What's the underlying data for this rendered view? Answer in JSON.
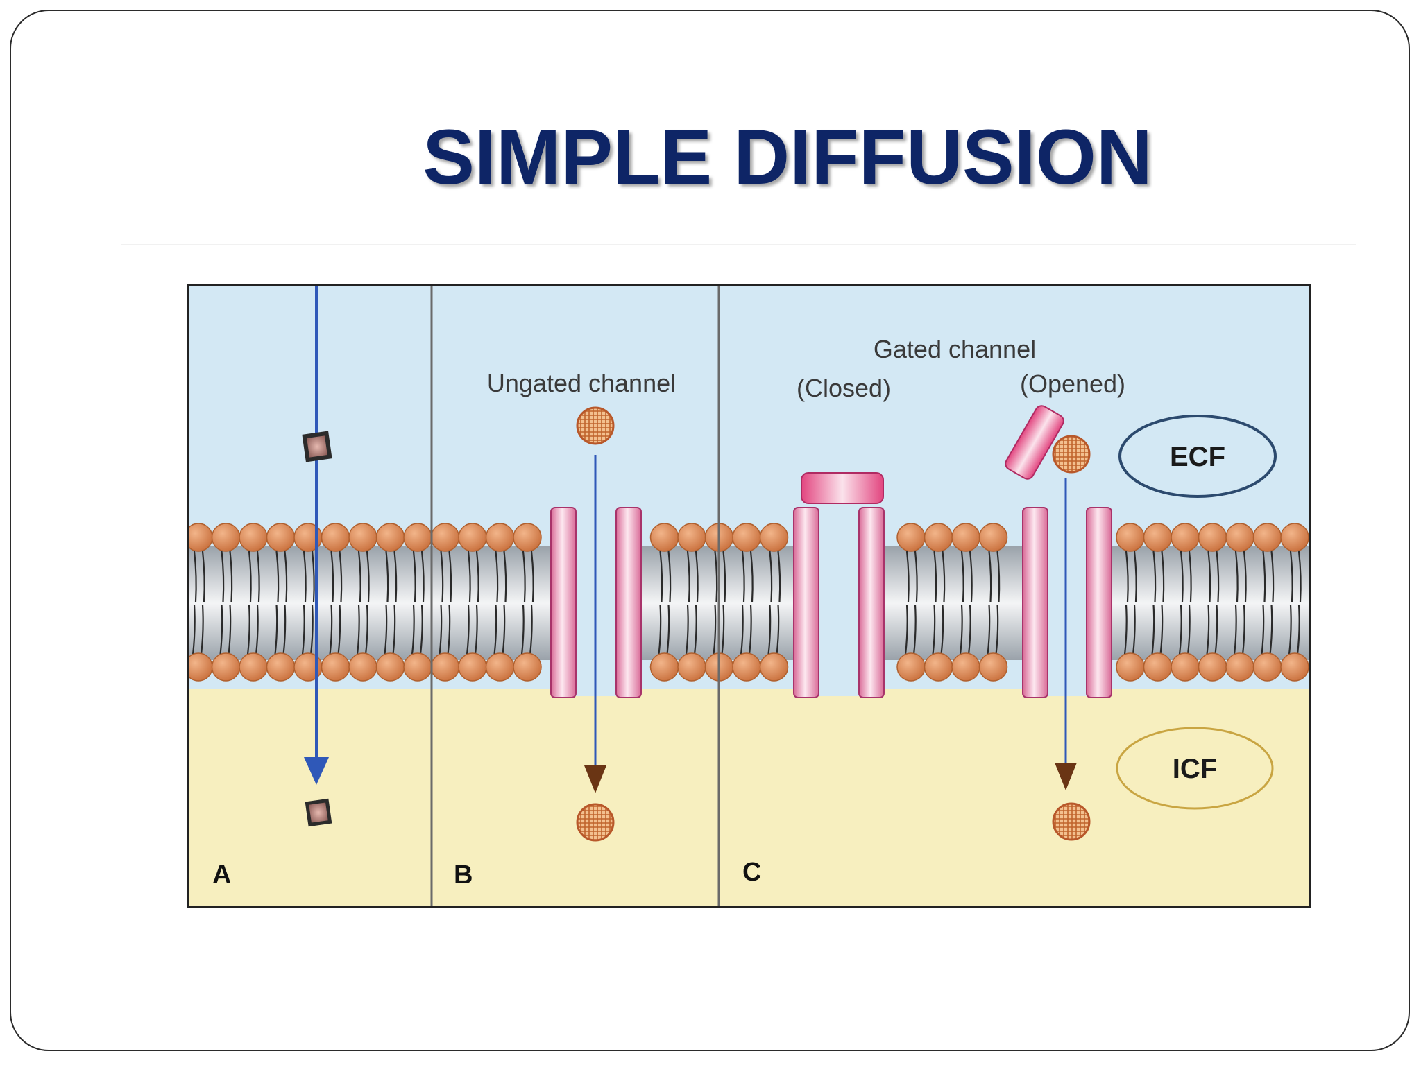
{
  "slide": {
    "title": "SIMPLE DIFFUSION"
  },
  "diagram": {
    "panels": [
      {
        "letter": "A"
      },
      {
        "letter": "B",
        "label": "Ungated channel"
      },
      {
        "letter": "C",
        "label": "Gated channel",
        "closed_label": "(Closed)",
        "opened_label": "(Opened)"
      }
    ],
    "regions": {
      "ecf_label": "ECF",
      "icf_label": "ICF"
    },
    "colors": {
      "ecf_fill": "#d3e8f4",
      "icf_fill": "#f7efbf",
      "lipid_head": "#d98a55",
      "channel_protein": "#f2a9c6",
      "gate": "#e2457f",
      "arrow_lipid": "#2f58b8",
      "arrow_channel": "#6a3514",
      "ecf_oval": "#2c4a6e",
      "icf_oval": "#c9a542"
    }
  }
}
